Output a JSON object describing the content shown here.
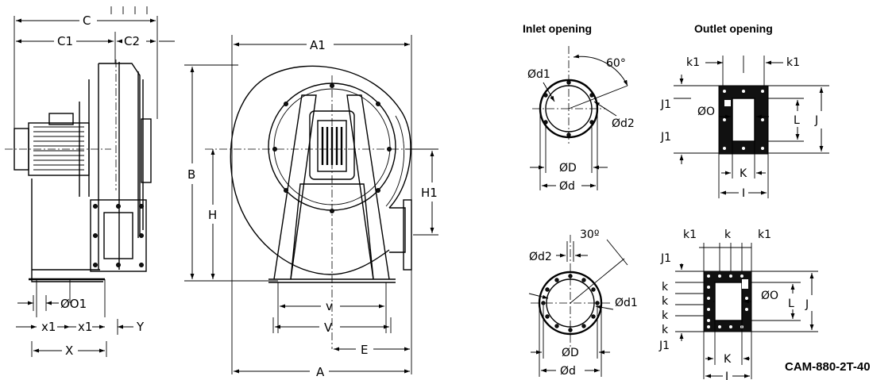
{
  "headings": {
    "inlet": "Inlet opening",
    "outlet": "Outlet opening"
  },
  "model_code": "CAM-880-2T-40",
  "side_view": {
    "C": "C",
    "C1": "C1",
    "C2": "C2",
    "O1": "ØO1",
    "x1a": "x1",
    "x1b": "x1",
    "X": "X",
    "Y": "Y"
  },
  "front_view": {
    "A1": "A1",
    "B": "B",
    "H": "H",
    "H1": "H1",
    "v": "v",
    "V": "V",
    "E": "E",
    "A": "A"
  },
  "inlet_top": {
    "angle": "60°",
    "d1": "Ød1",
    "d2": "Ød2",
    "D": "ØD",
    "d": "Ød"
  },
  "inlet_bottom": {
    "angle": "30º",
    "d2": "Ød2",
    "d1": "Ød1",
    "D": "ØD",
    "d": "Ød"
  },
  "outlet_top": {
    "k1a": "k1",
    "k1b": "k1",
    "J1a": "J1",
    "J1b": "J1",
    "O": "ØO",
    "L": "L",
    "J": "J",
    "K": "K",
    "I": "I"
  },
  "outlet_bottom": {
    "k1a": "k1",
    "k": "k",
    "k1b": "k1",
    "J1a": "J1",
    "k_1": "k",
    "k_2": "k",
    "k_3": "k",
    "k_4": "k",
    "J1b": "J1",
    "O": "ØO",
    "L": "L",
    "J": "J",
    "K": "K",
    "I": "I"
  }
}
